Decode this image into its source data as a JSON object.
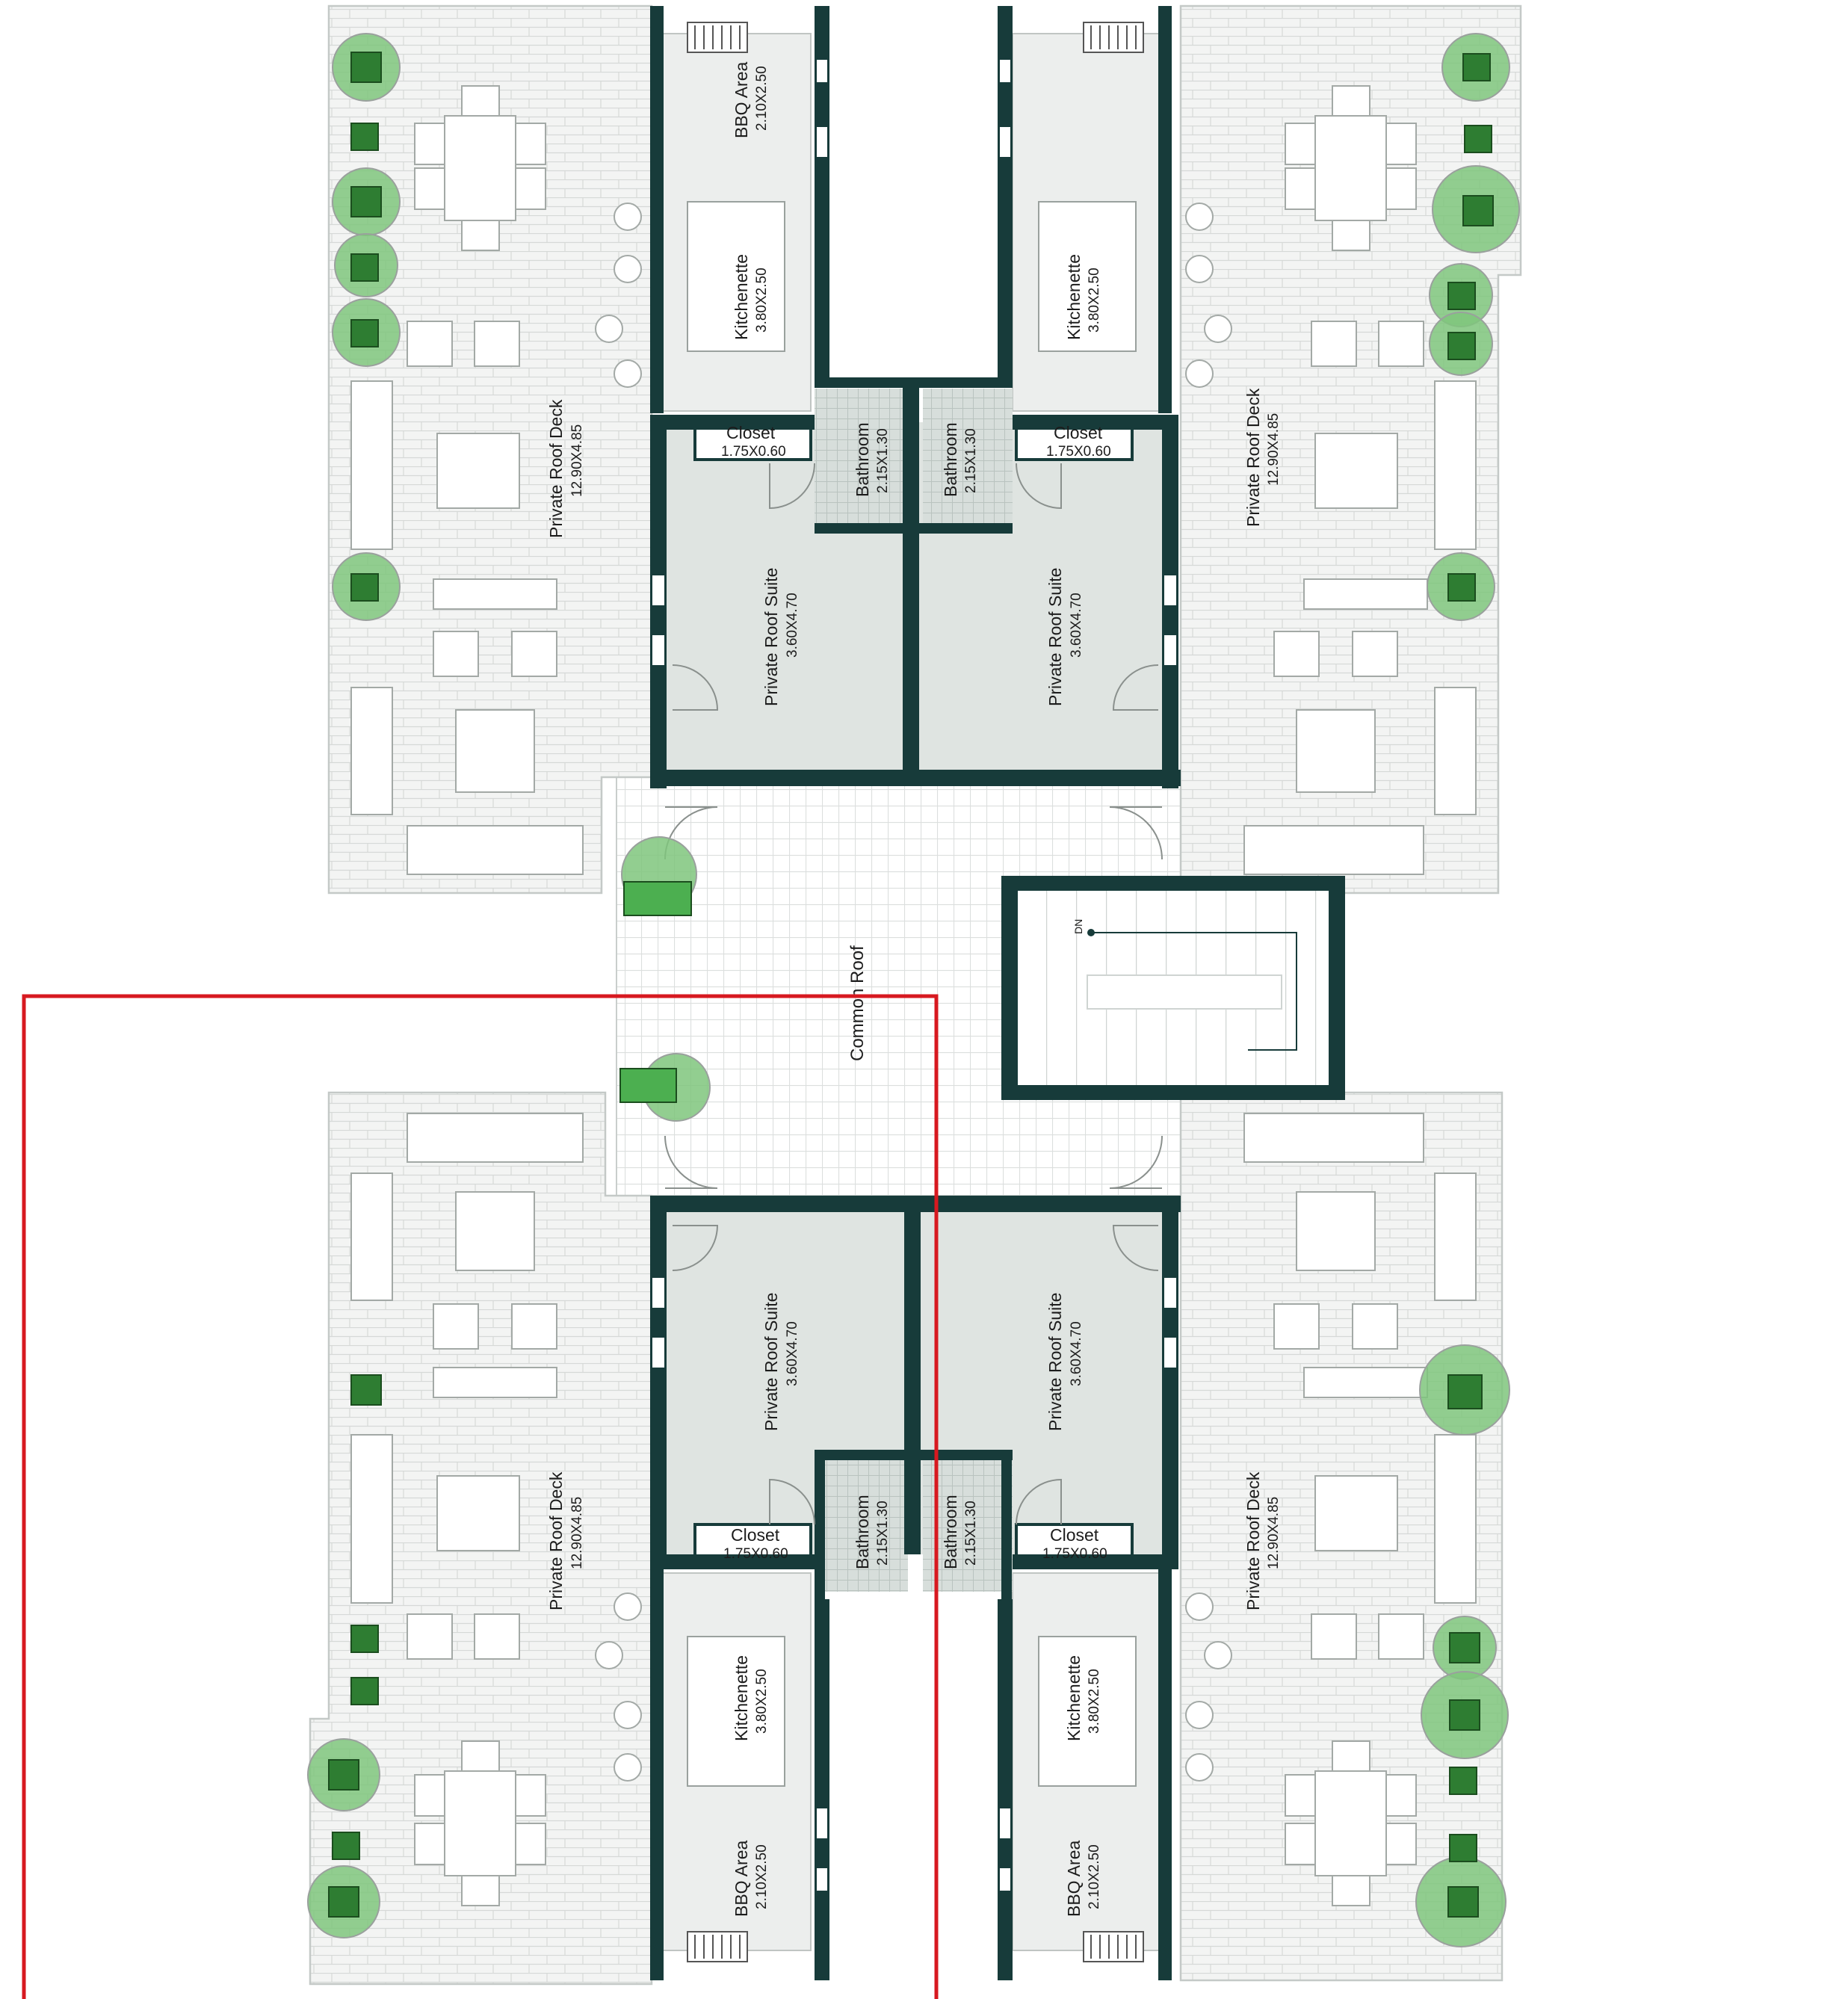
{
  "plan": {
    "colors": {
      "wall": "#173b3a",
      "deck_fill": "#f3f4f3",
      "deck_pattern": "#d6d9d7",
      "suite_fill": "#dfe4e1",
      "bath_fill": "#d7dedb",
      "common_grid": "#dcdfde",
      "plant_dark": "#2e7d32",
      "plant_light": "#7fc57c",
      "highlight": "#d71920"
    },
    "rooms": {
      "private_deck": {
        "name": "Private Roof Deck",
        "dim": "12.90X4.85"
      },
      "suite": {
        "name": "Private Roof Suite",
        "dim": "3.60X4.70"
      },
      "kitchenette": {
        "name": "Kitchenette",
        "dim": "3.80X2.50"
      },
      "bbq": {
        "name": "BBQ Area",
        "dim": "2.10X2.50"
      },
      "closet": {
        "name": "Closet",
        "dim": "1.75X0.60"
      },
      "bathroom": {
        "name": "Bathroom",
        "dim": "2.15X1.30"
      },
      "common_roof": {
        "name": "Common Roof"
      },
      "stair_mark": "DN"
    }
  }
}
